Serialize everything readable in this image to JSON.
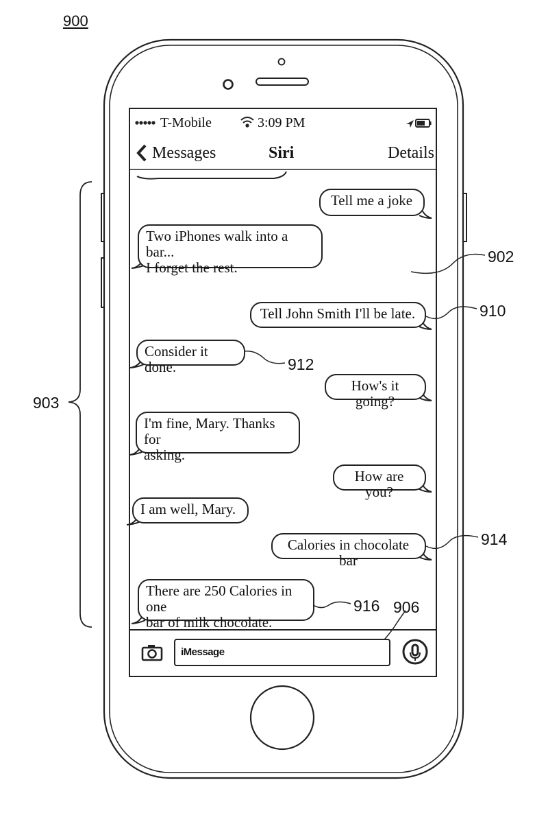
{
  "figure_number": "900",
  "status_bar": {
    "carrier": "T-Mobile",
    "time": "3:09 PM"
  },
  "nav": {
    "back_label": "Messages",
    "title": "Siri",
    "details_label": "Details"
  },
  "messages": [
    {
      "side": "sent",
      "text": "Tell me a joke"
    },
    {
      "side": "received",
      "text": "Two iPhones walk into a bar...\nI forget the rest."
    },
    {
      "side": "sent",
      "text": "Tell John Smith I'll be late."
    },
    {
      "side": "received",
      "text": "Consider it done."
    },
    {
      "side": "sent",
      "text": "How's it going?"
    },
    {
      "side": "received",
      "text": "I'm fine, Mary. Thanks for\nasking."
    },
    {
      "side": "sent",
      "text": "How are you?"
    },
    {
      "side": "received",
      "text": "I am well, Mary."
    },
    {
      "side": "sent",
      "text": "Calories in chocolate bar"
    },
    {
      "side": "received",
      "text": "There are 250 Calories in one\nbar of milk chocolate."
    }
  ],
  "input": {
    "placeholder": "iMessage"
  },
  "reference_labels": {
    "screen": "902",
    "conversation": "903",
    "input_field": "906",
    "sent_request": "910",
    "confirmation": "912",
    "calorie_query": "914",
    "calorie_answer": "916"
  },
  "icons": [
    "chevron-left-icon",
    "wifi-icon",
    "location-arrow-icon",
    "battery-icon",
    "camera-icon",
    "microphone-icon"
  ]
}
